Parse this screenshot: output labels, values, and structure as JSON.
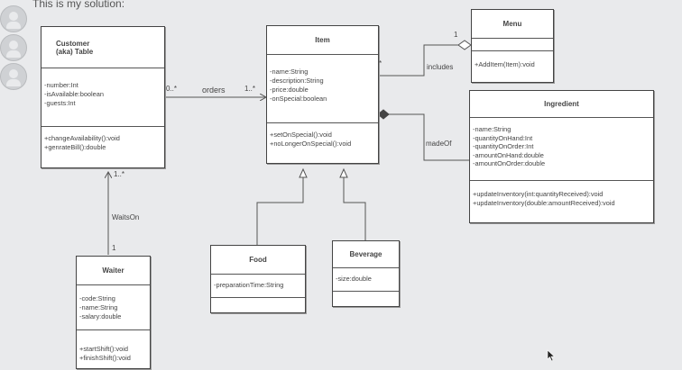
{
  "heading": "This is my solution:",
  "classes": {
    "customer": {
      "name_line1": "Customer",
      "name_line2": "(aka) Table",
      "attributes": [
        "-number:Int",
        "-isAvailable:boolean",
        "-guests:Int"
      ],
      "operations": [
        "+changeAvailability():void",
        "+genrateBill():double"
      ]
    },
    "item": {
      "name": "Item",
      "attributes": [
        "-name:String",
        "-description:String",
        "-price:double",
        "-onSpecial:boolean"
      ],
      "operations": [
        "+setOnSpecial():void",
        "+noLongerOnSpecial():void"
      ]
    },
    "menu": {
      "name": "Menu",
      "attributes": [],
      "operations": [
        "+AddItem(Item):void"
      ]
    },
    "ingredient": {
      "name": "Ingredient",
      "attributes": [
        "-name:String",
        "-quantityOnHand:Int",
        "-quantityOnOrder:Int",
        "-amountOnHand:double",
        "-amountOnOrder:double"
      ],
      "operations": [
        "+updateInventory(int:quantityReceived):void",
        "+updateInventory(double:amountReceived):void"
      ]
    },
    "waiter": {
      "name": "Waiter",
      "attributes": [
        "-code:String",
        "-name:String",
        "-salary:double"
      ],
      "operations": [
        "+startShift():void",
        "+finishShift():void"
      ]
    },
    "food": {
      "name": "Food",
      "attributes": [
        "-preparationTime:String"
      ],
      "operations": []
    },
    "beverage": {
      "name": "Beverage",
      "attributes": [
        "-size:double"
      ],
      "operations": []
    }
  },
  "associations": {
    "orders": {
      "label": "orders",
      "mult_customer": "0..*",
      "mult_item": "1..*"
    },
    "waitson": {
      "label": "WaitsOn",
      "mult_customer": "1..*",
      "mult_waiter": "1"
    },
    "includes": {
      "label": "includes",
      "mult_menu": "1",
      "mult_item": "*"
    },
    "madeof": {
      "label": "madeOf"
    }
  }
}
